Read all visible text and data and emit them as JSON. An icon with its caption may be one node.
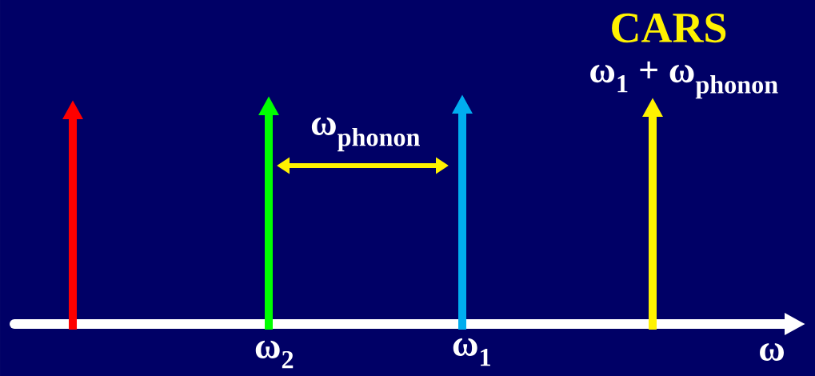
{
  "diagram": {
    "title": "CARS",
    "labels": [
      "ω$_{1}$ + ω$_{phonon}$",
      "ω$_{phonon}$",
      "ω$_{2}$",
      "ω$_{1}$",
      "ω"
    ]
  }
}
